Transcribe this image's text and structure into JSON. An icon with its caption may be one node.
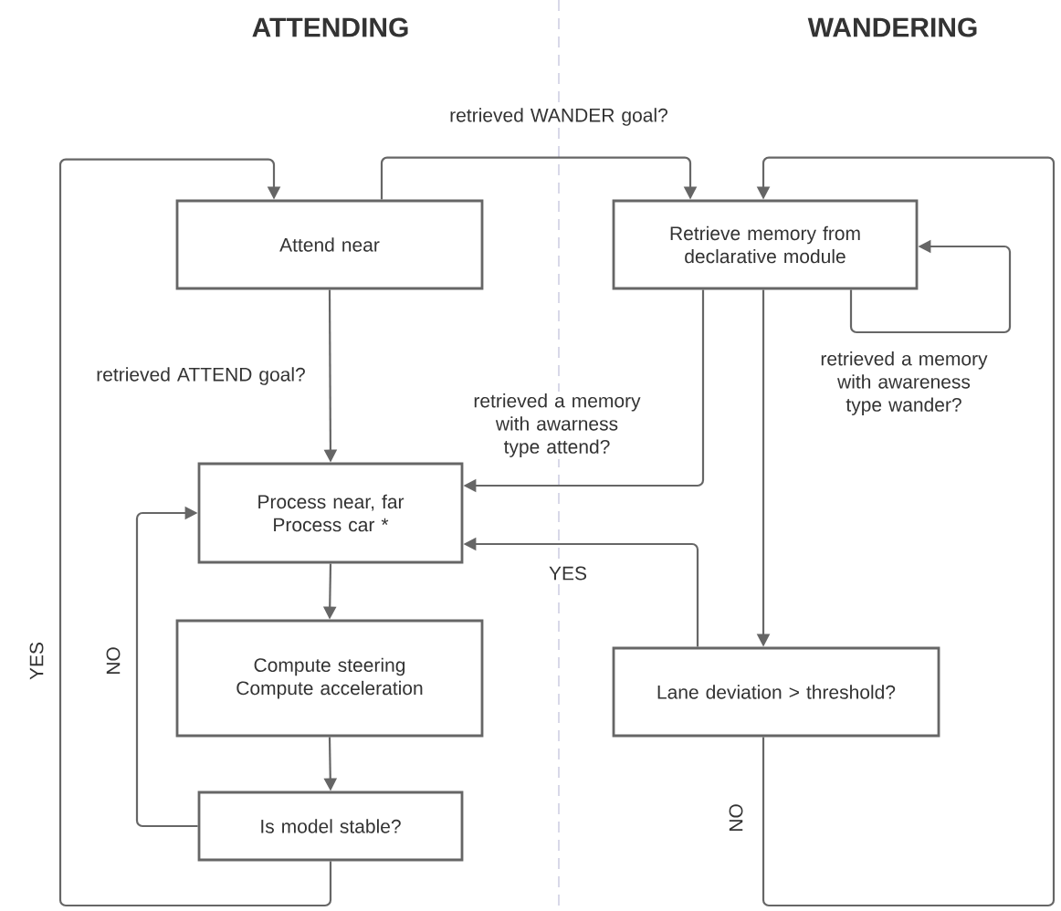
{
  "diagram": {
    "nodes": [
      {
        "text": [
          "Attend near"
        ]
      },
      {
        "text": [
          "Retrieve memory from declarative module"
        ]
      },
      {
        "text": [
          "Process near, far Process car *"
        ]
      },
      {
        "text": [
          "Compute steering Compute acceleration"
        ]
      },
      {
        "text": [
          "Is model stable?"
        ]
      },
      {
        "text": [
          "Lane deviation > threshold?"
        ]
      }
    ],
    "edges": [
      {
        "from": 0,
        "to": 1,
        "arrow": "to",
        "label": "retrieved WANDER goal?"
      },
      {
        "from": 0,
        "to": 2,
        "arrow": "to",
        "label": "retrieved ATTEND goal?"
      },
      {
        "from": 1,
        "to": 2,
        "arrow": "to",
        "label": "retrieved a memory with awarness type attend?"
      },
      {
        "from": 1,
        "to": 1,
        "arrow": "to",
        "label": "retrieved a memory with awareness type wander?"
      },
      {
        "from": 1,
        "to": 5,
        "arrow": "to"
      },
      {
        "from": 5,
        "to": 2,
        "arrow": "to",
        "label": "YES"
      },
      {
        "from": 2,
        "to": 3,
        "arrow": "to"
      },
      {
        "from": 3,
        "to": 4,
        "arrow": "to"
      },
      {
        "from": 4,
        "to": 2,
        "arrow": "to",
        "label": "NO"
      },
      {
        "from": 4,
        "to": 0,
        "arrow": "to",
        "label": "YES"
      },
      {
        "from": 5,
        "to": 1,
        "arrow": "to",
        "label": "NO"
      }
    ],
    "labels": [
      "ATTENDING",
      "WANDERING"
    ]
  }
}
